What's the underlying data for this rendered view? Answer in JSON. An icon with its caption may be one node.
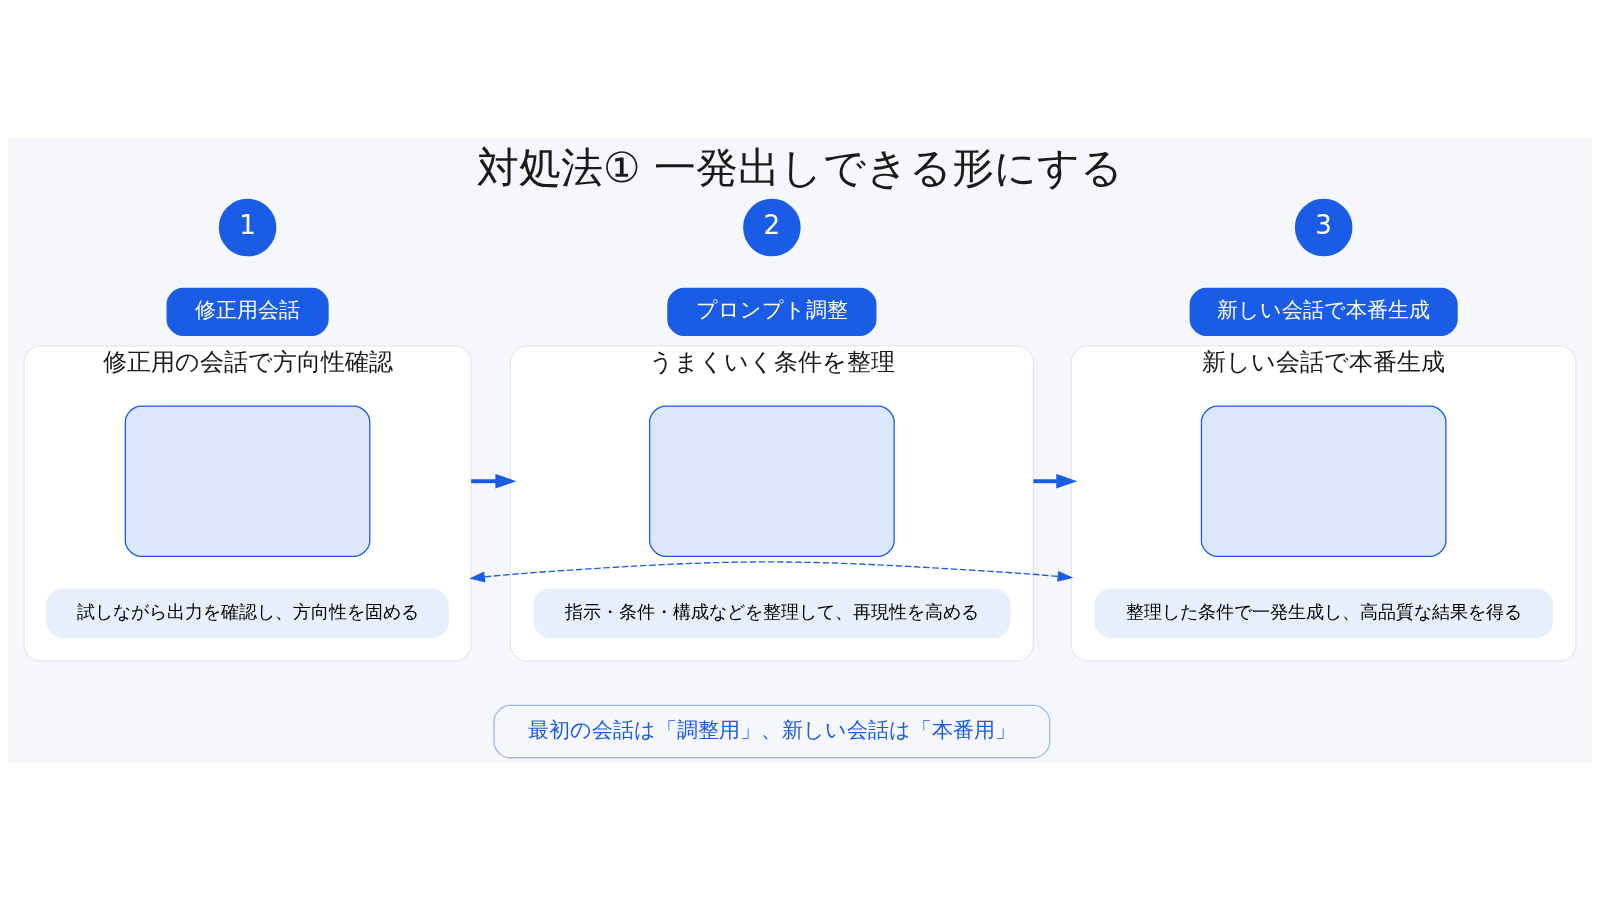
{
  "diagram": {
    "title": "対処法① 一発出しできる形にする",
    "nodes": [
      {
        "text": [
          "1"
        ]
      },
      {
        "text": [
          "修正用会話"
        ]
      },
      {
        "text": [
          "修正用の会話で方向性確認"
        ]
      },
      {
        "text": [],
        "shape": "box",
        "in": 2
      },
      {
        "text": [
          "試しながら出力を確認し、方向性を固める"
        ],
        "in": 2
      },
      {
        "text": [
          "2"
        ]
      },
      {
        "text": [
          "プロンプト調整"
        ]
      },
      {
        "text": [
          "うまくいく条件を整理"
        ]
      },
      {
        "text": [],
        "shape": "box",
        "in": 7
      },
      {
        "text": [
          "指示・条件・構成などを整理して、再現性を高める"
        ],
        "in": 7
      },
      {
        "text": [
          "3"
        ]
      },
      {
        "text": [
          "新しい会話で本番生成"
        ]
      },
      {
        "text": [
          "新しい会話で本番生成"
        ]
      },
      {
        "text": [],
        "shape": "box",
        "in": 12
      },
      {
        "text": [
          "整理した条件で一発生成し、高品質な結果を得る"
        ],
        "in": 12
      },
      {
        "text": [
          "最初の会話は「調整用」、新しい会話は「本番用」"
        ]
      }
    ],
    "edges": [
      {
        "from": 2,
        "to": 7,
        "arrow": "to"
      },
      {
        "from": 7,
        "to": 12,
        "arrow": "to"
      },
      {
        "from": 2,
        "to": 12,
        "arrow": "both",
        "style": "dashed"
      }
    ]
  }
}
